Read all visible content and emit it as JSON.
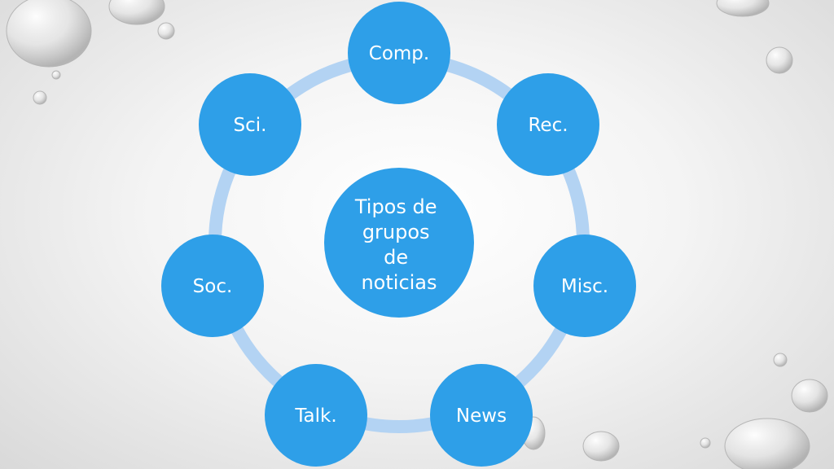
{
  "diagram": {
    "center": {
      "label_lines": [
        "Tipos de",
        "grupos",
        "de",
        "noticias"
      ]
    },
    "nodes": [
      {
        "label": "Comp."
      },
      {
        "label": "Rec."
      },
      {
        "label": "Misc."
      },
      {
        "label": "News"
      },
      {
        "label": "Talk."
      },
      {
        "label": "Soc."
      },
      {
        "label": "Sci."
      }
    ],
    "colors": {
      "node_fill": "#2e9fe8",
      "ring_stroke": "#b3d3f3",
      "text": "#ffffff"
    }
  }
}
